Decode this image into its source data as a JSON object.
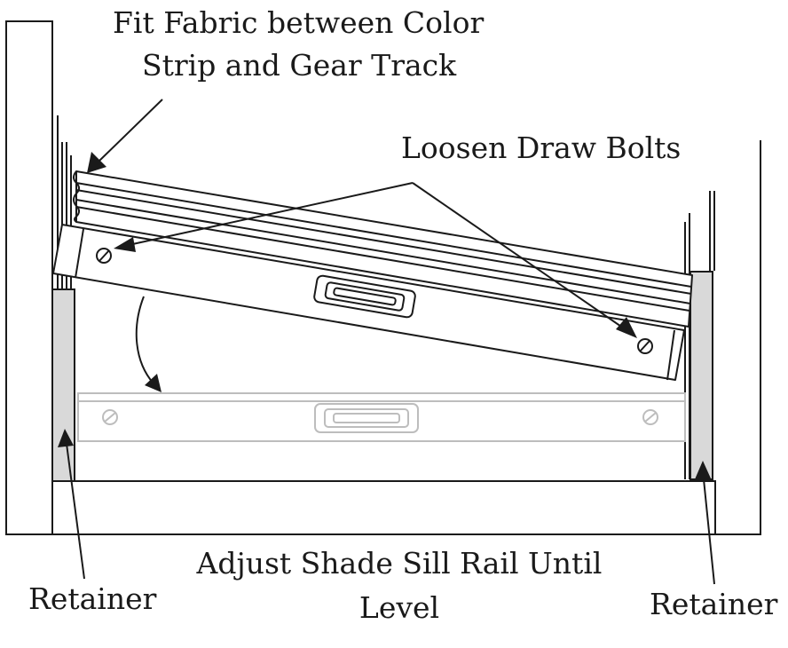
{
  "labels": {
    "fit_fabric_line1": "Fit Fabric between Color",
    "fit_fabric_line2": "Strip and Gear Track",
    "loosen_bolts": "Loosen Draw Bolts",
    "adjust_line1": "Adjust Shade Sill Rail Until",
    "adjust_line2": "Level",
    "retainer_left": "Retainer",
    "retainer_right": "Retainer"
  },
  "colors": {
    "ink": "#1a1a1a",
    "retainer_fill": "#d9d9d9",
    "ghost_rail": "#bdbdbd"
  }
}
